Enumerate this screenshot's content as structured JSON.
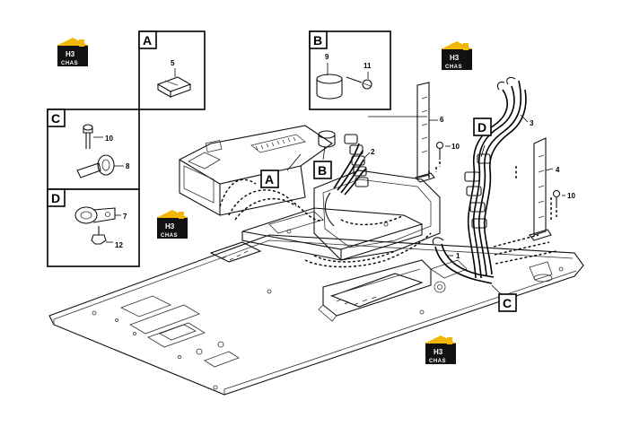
{
  "detail_views": {
    "A": {
      "letter": "A",
      "parts": [
        "5"
      ]
    },
    "B": {
      "letter": "B",
      "parts": [
        "9",
        "11"
      ]
    },
    "C": {
      "letter": "C",
      "parts": [
        "10",
        "8"
      ]
    },
    "D": {
      "letter": "D",
      "parts": [
        "7",
        "12"
      ]
    }
  },
  "callouts": {
    "A": "A",
    "B": "B",
    "C": "C",
    "D": "D"
  },
  "part_numbers": {
    "p1": "1",
    "p2": "2",
    "p3": "3",
    "p4": "4",
    "p6": "6",
    "p10a": "10",
    "p10b": "10"
  },
  "watermark": {
    "logo_letters": "H3",
    "logo_sub": "CHAS",
    "color": "#111111",
    "accent": "#f2b705"
  }
}
